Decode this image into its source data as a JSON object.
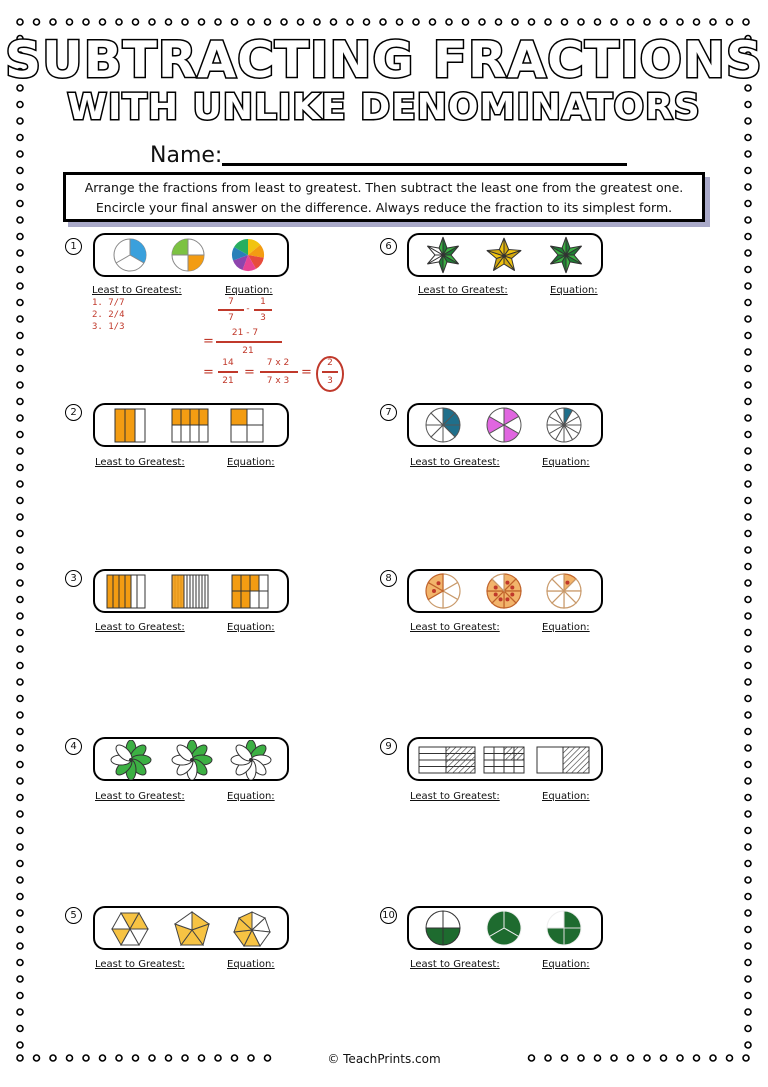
{
  "title": {
    "line1": "SUBTRACTING FRACTIONS",
    "line2": "WITH UNLIKE DENOMINATORS"
  },
  "name_label": "Name:",
  "instructions": {
    "line1": "Arrange the fractions from least to greatest. Then subtract the least one from the greatest one.",
    "line2": "Encircle your final answer on the difference. Always reduce the fraction to its simplest form."
  },
  "problems": [
    {
      "number": "1",
      "least_label": "Least to Greatest:",
      "equation_label": "Equation:"
    },
    {
      "number": "2",
      "least_label": "Least to Greatest:",
      "equation_label": "Equation:"
    },
    {
      "number": "3",
      "least_label": "Least to Greatest:",
      "equation_label": "Equation:"
    },
    {
      "number": "4",
      "least_label": "Least to Greatest:",
      "equation_label": "Equation:"
    },
    {
      "number": "5",
      "least_label": "Least to Greatest:",
      "equation_label": "Equation:"
    },
    {
      "number": "6",
      "least_label": "Least to Greatest:",
      "equation_label": "Equation:"
    },
    {
      "number": "7",
      "least_label": "Least to Greatest:",
      "equation_label": "Equation:"
    },
    {
      "number": "8",
      "least_label": "Least to Greatest:",
      "equation_label": "Equation:"
    },
    {
      "number": "9",
      "least_label": "Least to Greatest:",
      "equation_label": "Equation:"
    },
    {
      "number": "10",
      "least_label": "Least to Greatest:",
      "equation_label": "Equation:"
    }
  ],
  "example": {
    "list": [
      "1. 7/7",
      "2. 2/4",
      "3. 1/3"
    ],
    "step1": {
      "n1": "7",
      "d1": "7",
      "op": "-",
      "n2": "1",
      "d2": "3"
    },
    "step2": {
      "eq": "=",
      "num": "21 - 7",
      "den": "21"
    },
    "step3": {
      "eq1": "=",
      "n1": "14",
      "d1": "21",
      "eq2": "=",
      "n2": "7 x 2",
      "d2": "7 x 3",
      "eq3": "=",
      "n3": "2",
      "d3": "3"
    }
  },
  "footer": "© TeachPrints.com",
  "colors": {
    "blue": "#3aa0dc",
    "green": "#2e7d32",
    "orange": "#f39c12",
    "yellow": "#f1c40f",
    "purple": "#e066e0",
    "teal": "#1f6f8b",
    "red": "#c0392b"
  }
}
